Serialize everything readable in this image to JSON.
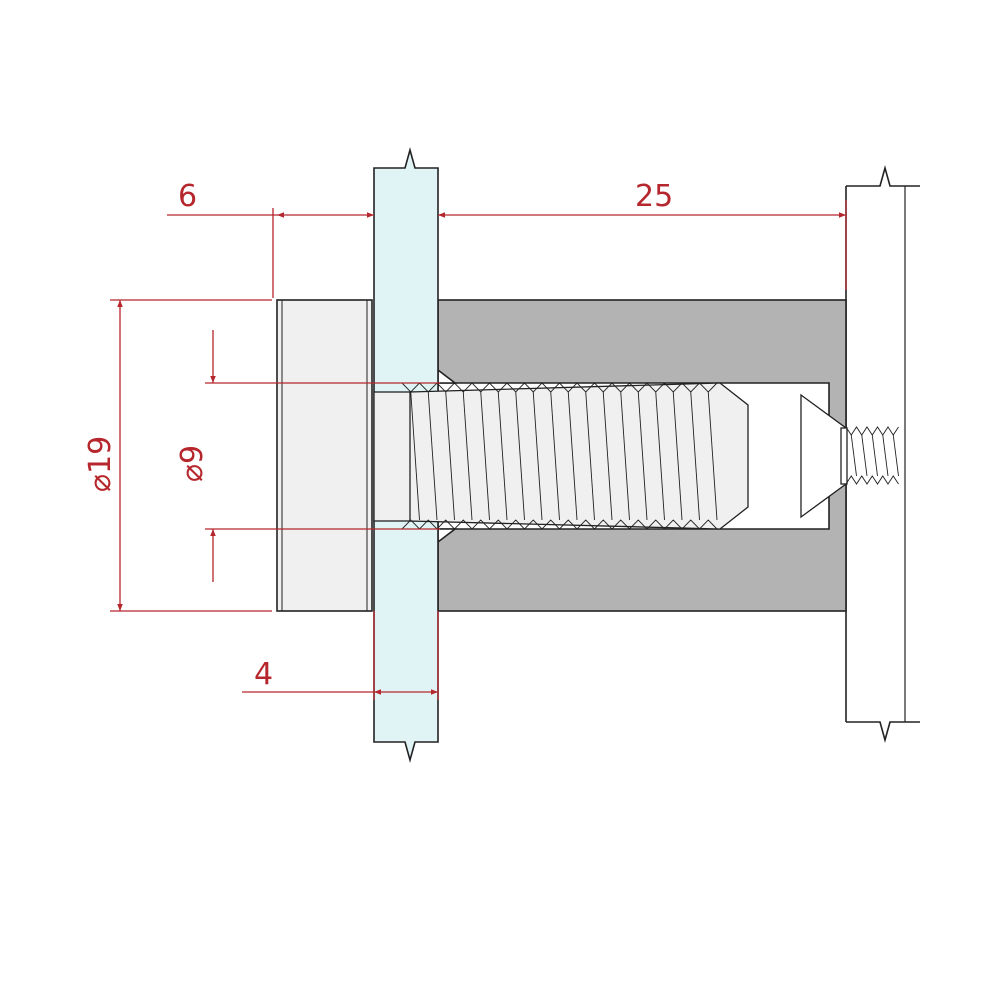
{
  "drawing": {
    "dimensions": {
      "cap_thickness": "6",
      "spacer_length": "25",
      "glass_thickness": "4",
      "cap_diameter": "⌀19",
      "bolt_diameter": "⌀9"
    },
    "colors": {
      "dimension": "#b5272d",
      "glass": "#e0f4f5",
      "spacer": "#b3b3b3",
      "metal": "#f0f0f0",
      "outline": "#222222"
    }
  }
}
